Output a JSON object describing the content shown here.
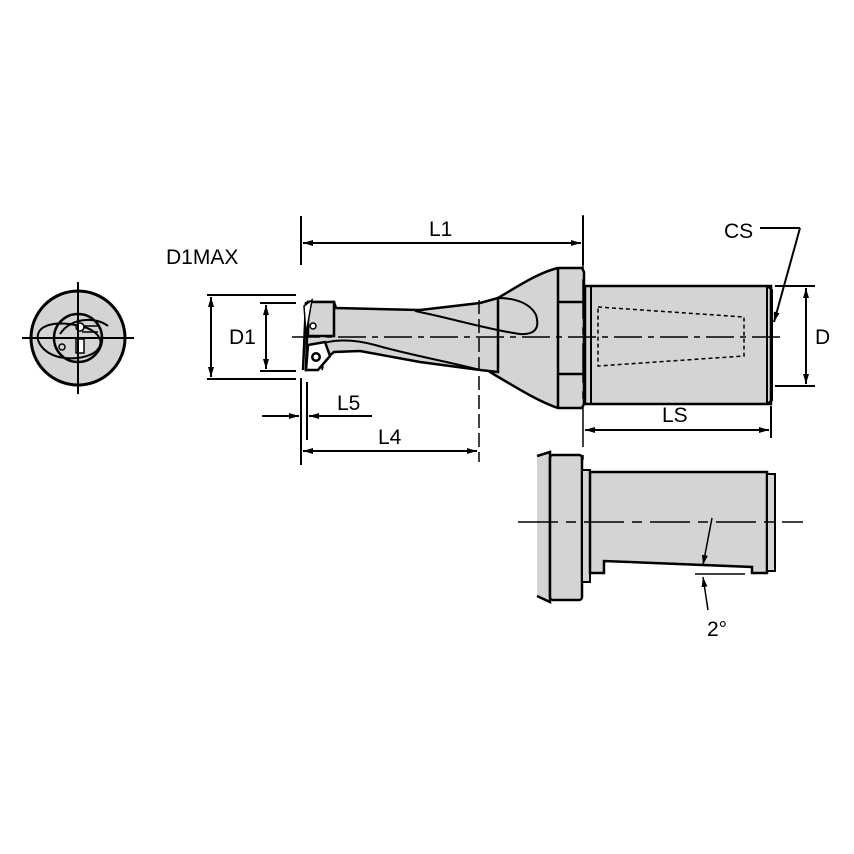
{
  "drawing": {
    "title": "Drill body technical drawing",
    "fill_color": "#d4d4d4",
    "line_color": "#000000",
    "background": "#ffffff"
  },
  "labels": {
    "d1max": "D1MAX",
    "d1": "D1",
    "l1": "L1",
    "l4": "L4",
    "l5": "L5",
    "ls": "LS",
    "cs": "CS",
    "d": "D",
    "angle": "2°"
  },
  "views": [
    {
      "name": "end-view",
      "description": "Front end view of drill tip"
    },
    {
      "name": "side-view",
      "description": "Side view of drill with shank"
    },
    {
      "name": "shank-detail",
      "description": "Shank detail with 2° flat"
    }
  ]
}
